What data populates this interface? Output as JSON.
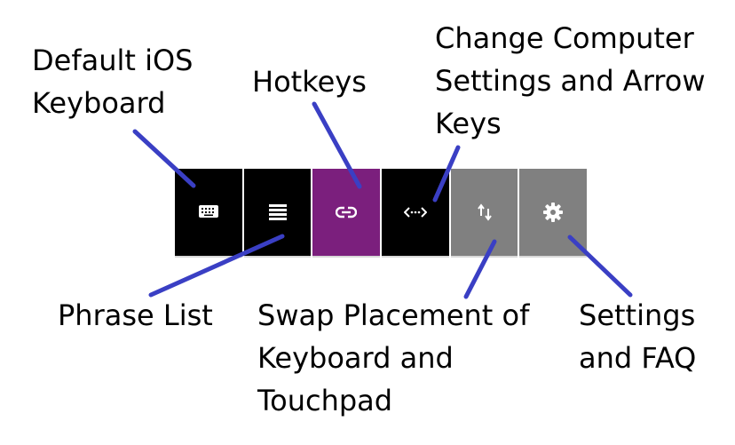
{
  "labels": {
    "default_keyboard": [
      "Default iOS",
      "Keyboard"
    ],
    "hotkeys": [
      "Hotkeys"
    ],
    "change_computer": [
      "Change Computer",
      "Settings and Arrow",
      "Keys"
    ],
    "phrase_list": [
      "Phrase List"
    ],
    "swap": [
      "Swap Placement of",
      "Keyboard and",
      "Touchpad"
    ],
    "settings": [
      "Settings",
      "and FAQ"
    ]
  },
  "toolbar": {
    "buttons": [
      {
        "id": "keyboard",
        "icon": "keyboard-icon",
        "bg": "#000000"
      },
      {
        "id": "phrase-list",
        "icon": "list-icon",
        "bg": "#000000"
      },
      {
        "id": "hotkeys",
        "icon": "link-icon",
        "bg": "#7b1f7d"
      },
      {
        "id": "arrow-keys",
        "icon": "code-arrows-icon",
        "bg": "#000000"
      },
      {
        "id": "swap",
        "icon": "swap-vertical-icon",
        "bg": "#808080"
      },
      {
        "id": "settings",
        "icon": "gear-icon",
        "bg": "#808080"
      }
    ]
  },
  "colors": {
    "arrow": "#3a3fc4",
    "active_tile": "#7b1f7d",
    "dark_tile": "#000000",
    "grey_tile": "#808080"
  }
}
